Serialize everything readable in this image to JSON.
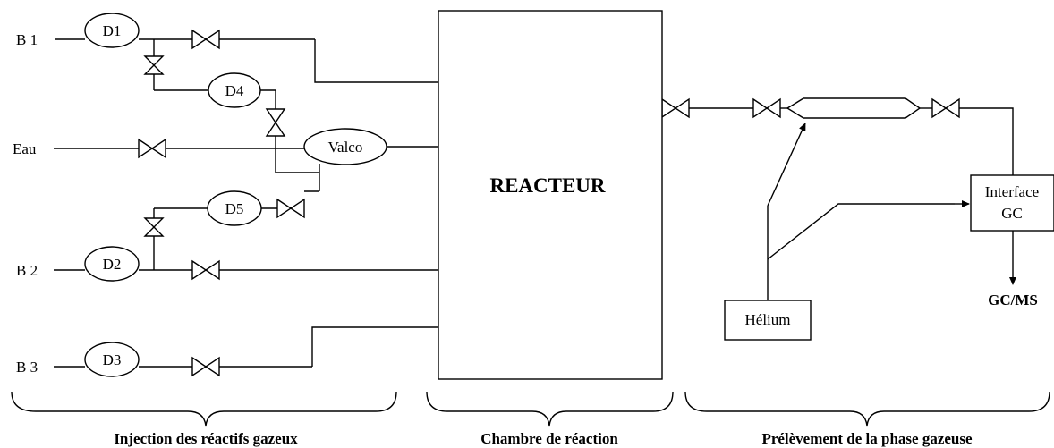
{
  "inputs": {
    "b1": "B 1",
    "eau": "Eau",
    "b2": "B 2",
    "b3": "B 3"
  },
  "flow_controllers": {
    "d1": "D1",
    "d2": "D2",
    "d3": "D3",
    "d4": "D4",
    "d5": "D5"
  },
  "valco": "Valco",
  "reactor": "REACTEUR",
  "interface": {
    "line1": "Interface",
    "line2": "GC"
  },
  "gcms": "GC/MS",
  "helium": "Hélium",
  "sections": {
    "injection": "Injection des réactifs gazeux",
    "chamber": "Chambre de réaction",
    "sampling": "Prélèvement de la phase gazeuse"
  }
}
